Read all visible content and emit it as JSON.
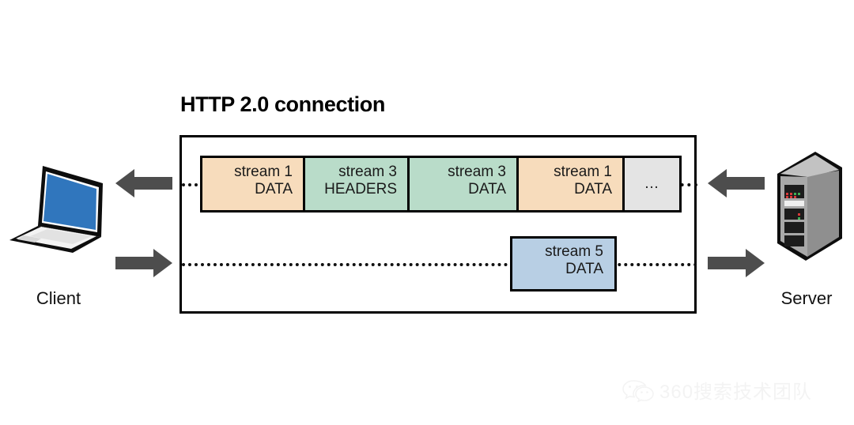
{
  "diagram": {
    "title": "HTTP 2.0 connection",
    "colors": {
      "orange": "#f7dcbc",
      "green": "#b9dcc9",
      "blue": "#b8cfe4",
      "gray": "#e4e4e4",
      "arrow": "#4d4d4d",
      "border": "#000000",
      "laptop_screen": "#3076bd",
      "server_body": "#9b9b9b"
    }
  },
  "endpoints": {
    "client": {
      "label": "Client",
      "icon": "laptop-icon"
    },
    "server": {
      "label": "Server",
      "icon": "server-tower-icon"
    }
  },
  "arrows": [
    {
      "name": "arrow-client-inbound",
      "direction": "left",
      "side": "client",
      "lane": "top"
    },
    {
      "name": "arrow-client-outbound",
      "direction": "right",
      "side": "client",
      "lane": "bottom"
    },
    {
      "name": "arrow-server-inbound",
      "direction": "left",
      "side": "server",
      "lane": "top"
    },
    {
      "name": "arrow-server-outbound",
      "direction": "right",
      "side": "server",
      "lane": "bottom"
    }
  ],
  "lanes": {
    "top": {
      "frames": [
        {
          "stream": "stream 1",
          "type": "DATA",
          "color": "#f7dcbc",
          "width": 130
        },
        {
          "stream": "stream 3",
          "type": "HEADERS",
          "color": "#b9dcc9",
          "width": 132
        },
        {
          "stream": "stream 3",
          "type": "DATA",
          "color": "#b9dcc9",
          "width": 138
        },
        {
          "stream": "stream 1",
          "type": "DATA",
          "color": "#f7dcbc",
          "width": 134
        },
        {
          "stream": "…",
          "type": "",
          "color": "#e4e4e4",
          "width": 69
        }
      ]
    },
    "bottom": {
      "frame": {
        "stream": "stream 5",
        "type": "DATA",
        "color": "#b8cfe4"
      }
    }
  },
  "watermark": {
    "icon": "wechat-icon",
    "text": "360搜索技术团队"
  }
}
